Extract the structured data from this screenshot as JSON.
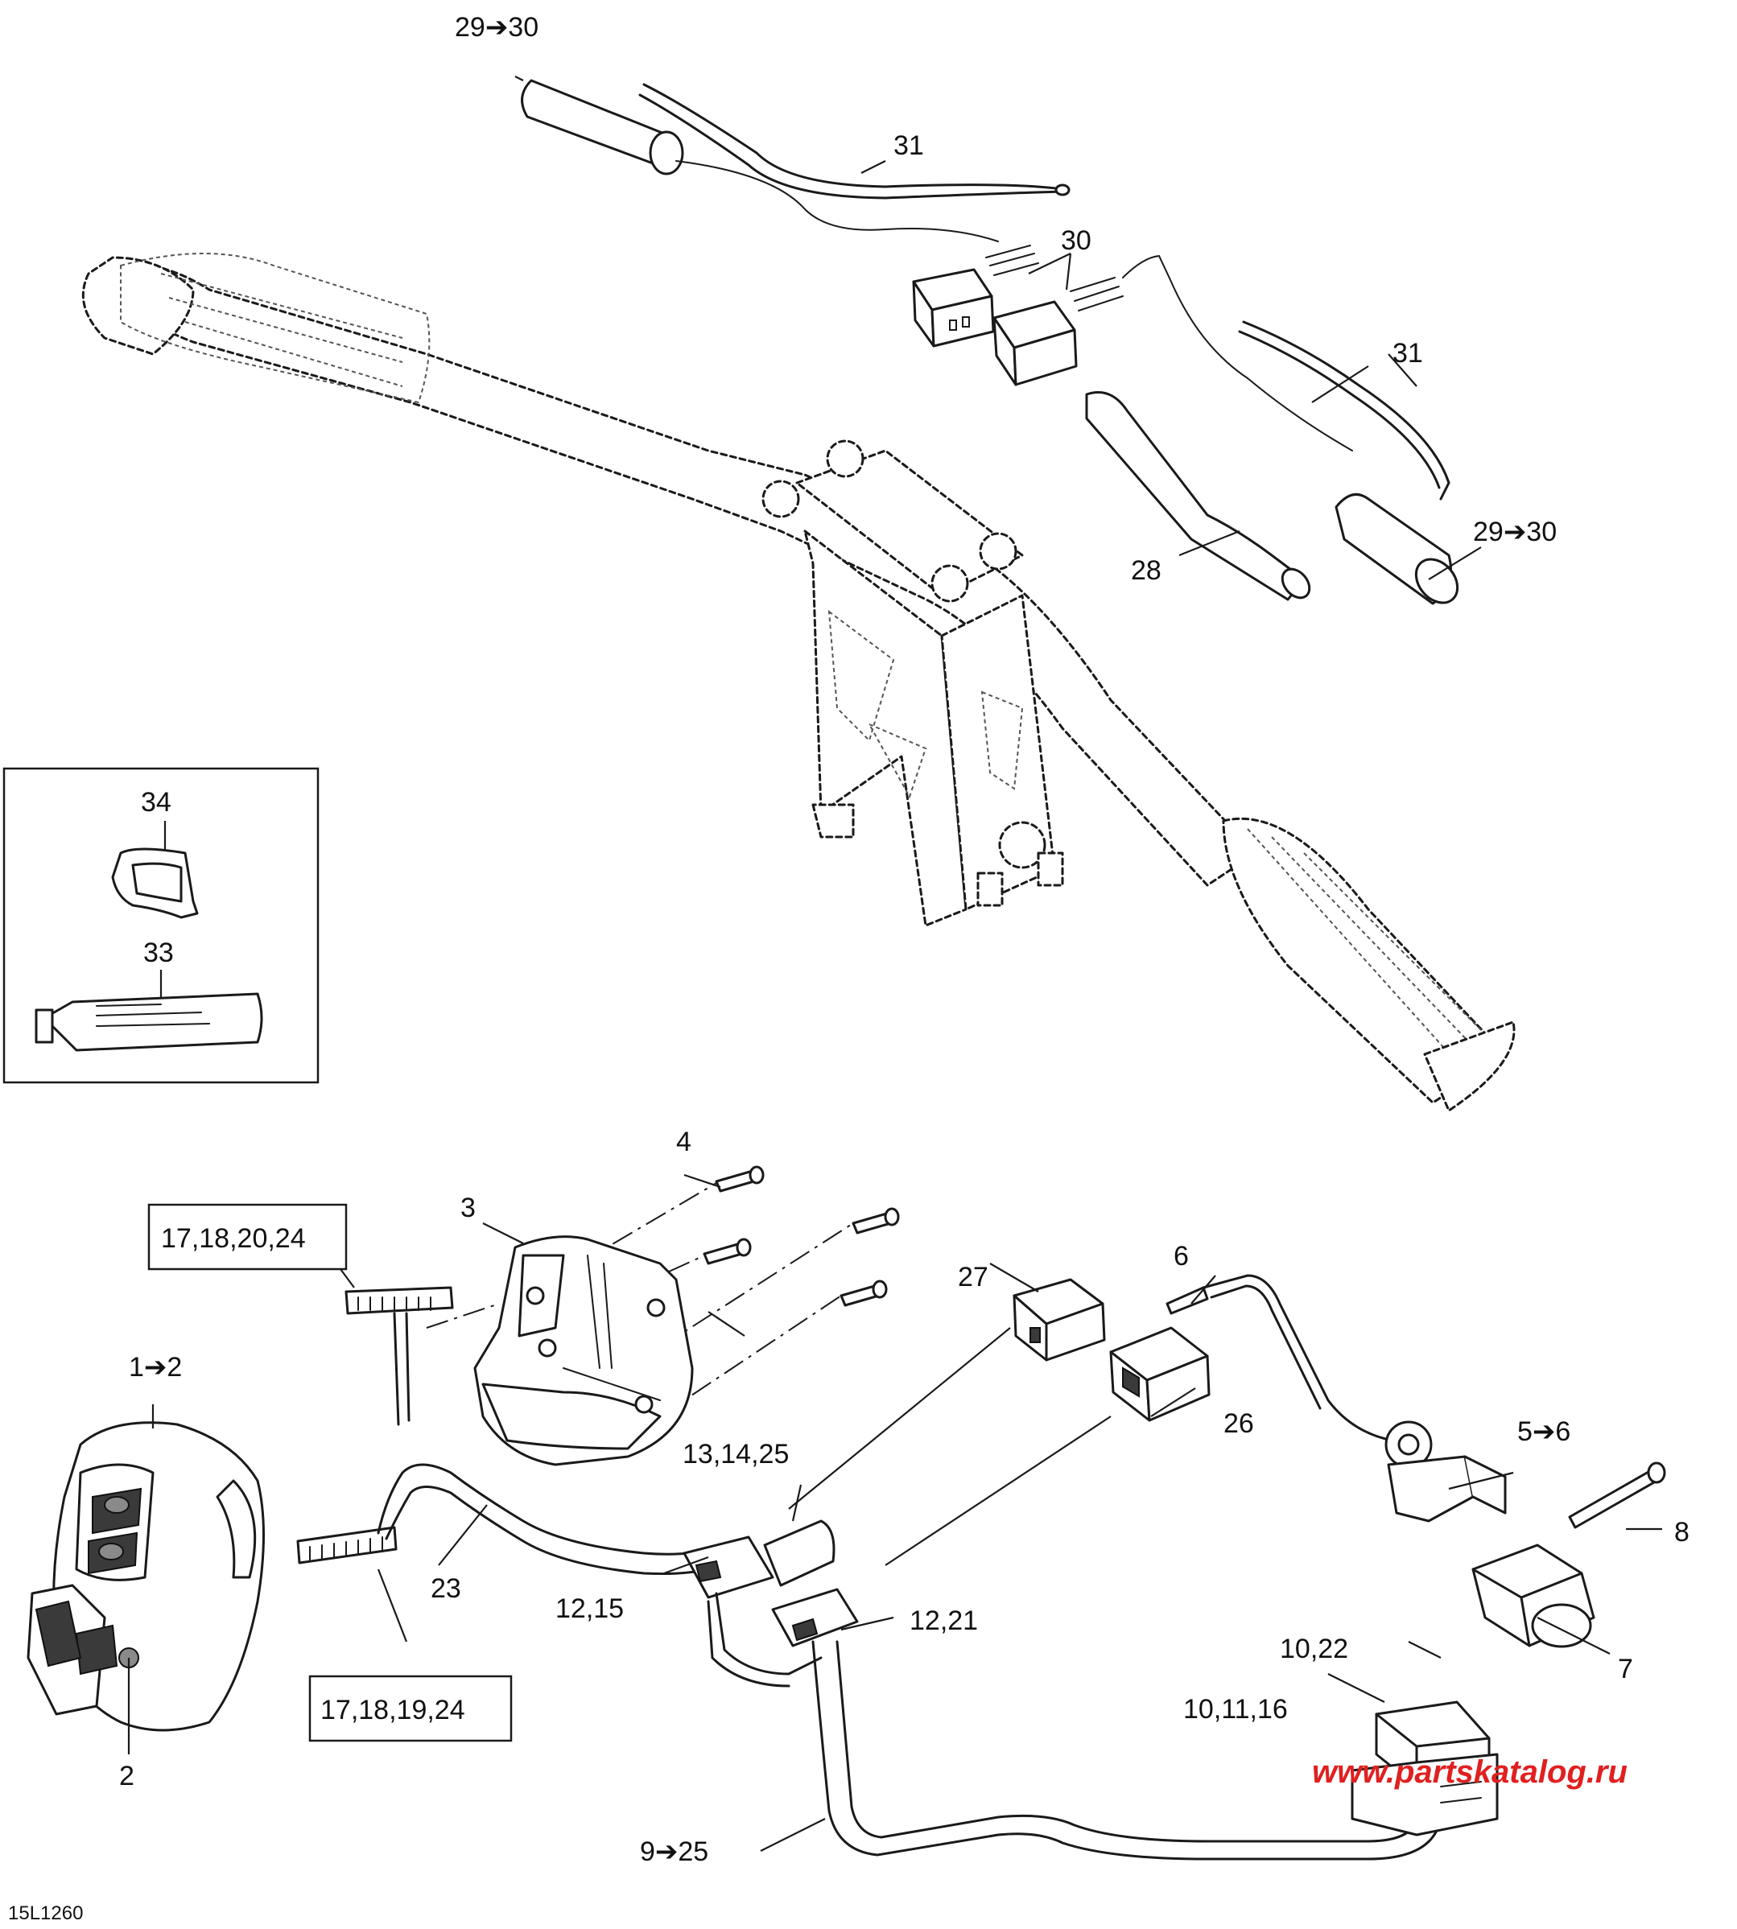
{
  "callouts": {
    "c29_30_top": "29➔30",
    "c31_top": "31",
    "c30": "30",
    "c31_right": "31",
    "c29_30_right": "29➔30",
    "c28": "28",
    "c34": "34",
    "c33": "33",
    "c4": "4",
    "c3": "3",
    "c17_18_20_24": "17,18,20,24",
    "c27": "27",
    "c6": "6",
    "c1_2": "1➔2",
    "c26": "26",
    "c13_14_25": "13,14,25",
    "c5_6": "5➔6",
    "c8": "8",
    "c23": "23",
    "c12_15": "12,15",
    "c12_21": "12,21",
    "c7": "7",
    "c10_22": "10,22",
    "c2": "2",
    "c17_18_19_24": "17,18,19,24",
    "c10_11_16": "10,11,16",
    "c9_25": "9➔25"
  },
  "watermark": "www.partskatalog.ru",
  "drawing_code": "15L1260",
  "colors": {
    "watermark": "#e02020",
    "ink": "#1a1a1a"
  }
}
